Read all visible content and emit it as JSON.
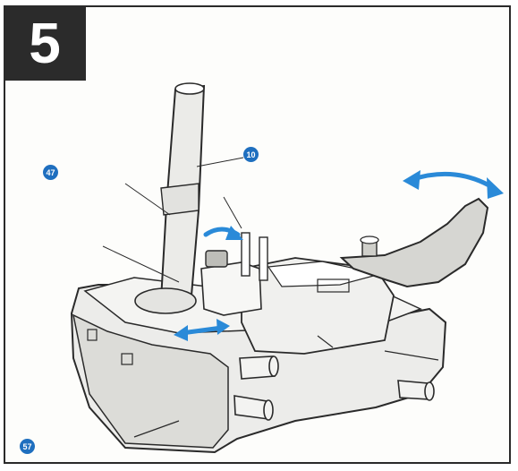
{
  "step": {
    "number": "5"
  },
  "callouts": [
    {
      "id": "c1",
      "label": "47"
    },
    {
      "id": "c2",
      "label": "10"
    },
    {
      "id": "c3",
      "label": "57"
    }
  ],
  "colors": {
    "ink": "#2a2a2a",
    "accent": "#1f6fbf",
    "arrow": "#2a8ad8",
    "shade": "#d9d9d6",
    "paper": "#fdfdfb"
  }
}
